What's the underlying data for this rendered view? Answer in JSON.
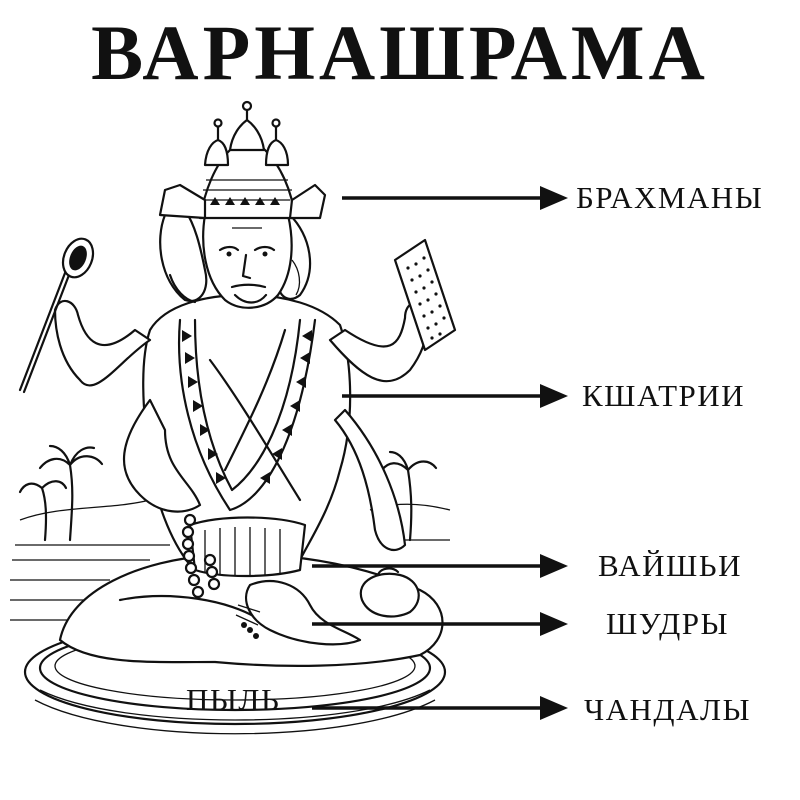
{
  "title": "ВАРНАШРАМА",
  "labels": {
    "brahmany": "БРАХМАНЫ",
    "kshatrii": "КШАТРИИ",
    "vayshi": "ВАЙШЬИ",
    "shudry": "ШУДРЫ",
    "chandaly": "ЧАНДАЛЫ",
    "pyl": "ПЫЛЬ"
  },
  "colors": {
    "ink": "#111111",
    "background": "#ffffff"
  }
}
